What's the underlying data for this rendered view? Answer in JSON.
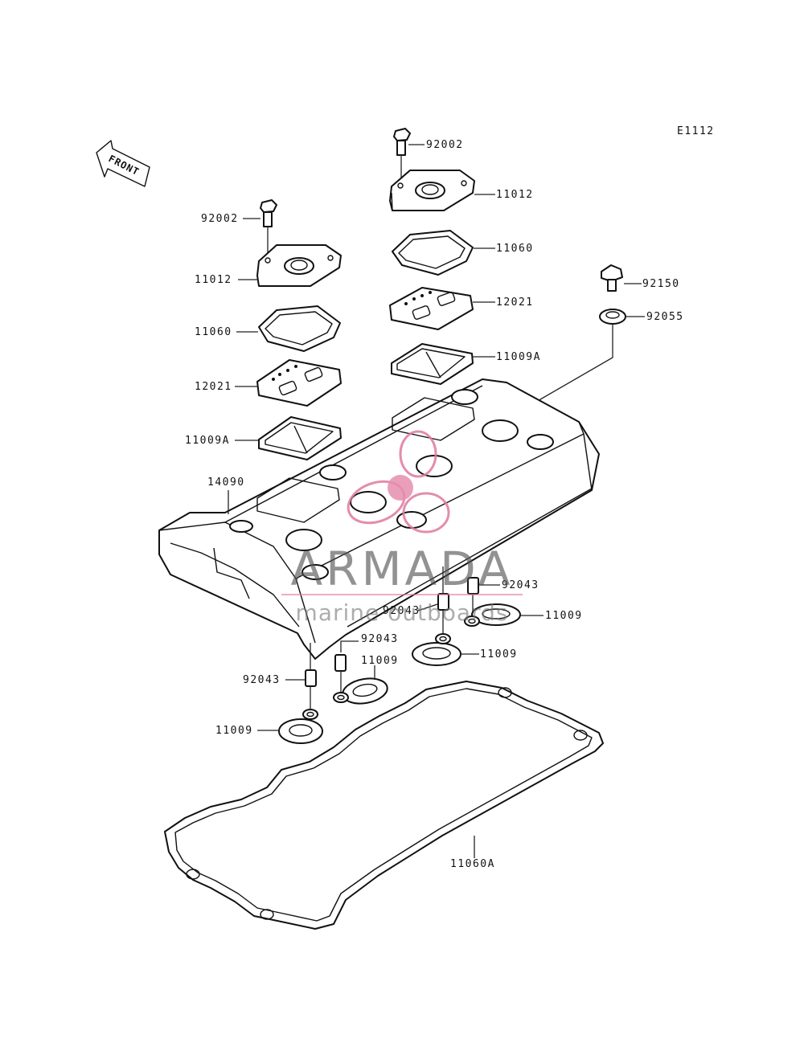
{
  "diagram_code": "E1112",
  "front_label": "FRONT",
  "watermark": {
    "brand": "ARMADA",
    "tagline": "marine outboards",
    "accent_color": "#e07aa0"
  },
  "callouts": {
    "c_92002_top": "92002",
    "c_11012_top": "11012",
    "c_11060_top": "11060",
    "c_12021_top": "12021",
    "c_11009A_top": "11009A",
    "c_92150": "92150",
    "c_92055": "92055",
    "c_92002_left": "92002",
    "c_11012_left": "11012",
    "c_11060_left": "11060",
    "c_12021_left": "12021",
    "c_11009A_left": "11009A",
    "c_14090": "14090",
    "c_92043_a": "92043",
    "c_92043_b": "92043",
    "c_11009_a": "11009",
    "c_11009_b": "11009",
    "c_92043_c": "92043",
    "c_11009_c": "11009",
    "c_92043_d": "92043",
    "c_11009_d": "11009",
    "c_11060A": "11060A"
  }
}
